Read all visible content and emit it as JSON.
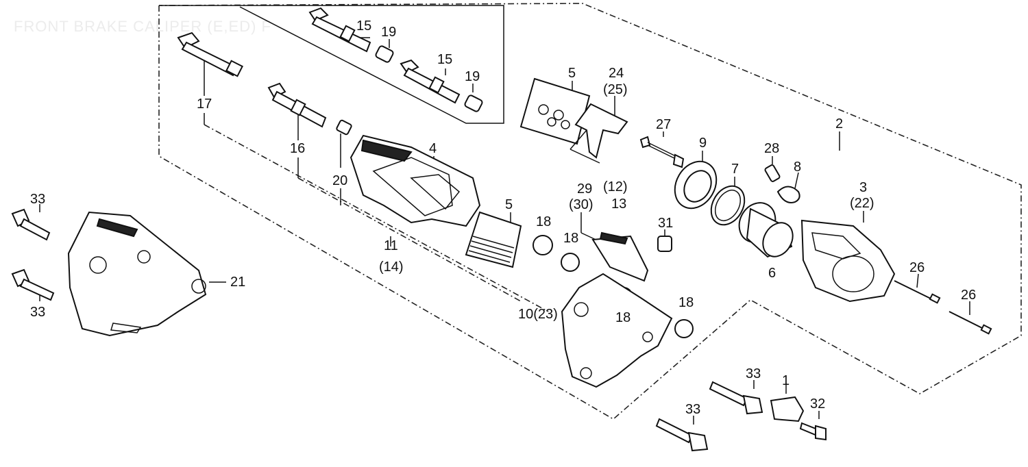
{
  "title": "FRONT BRAKE CALIPER (E,ED) F",
  "labels": {
    "l1": "1",
    "l2": "2",
    "l3": "3",
    "l3b": "(22)",
    "l4": "4",
    "l5a": "5",
    "l5b": "5",
    "l6": "6",
    "l7": "7",
    "l8": "8",
    "l9": "9",
    "l10": "10(23)",
    "l11": "11",
    "l11b": "(14)",
    "l12": "(12)",
    "l13": "13",
    "l15a": "15",
    "l15b": "15",
    "l16": "16",
    "l17": "17",
    "l18a": "18",
    "l18b": "18",
    "l18c": "18",
    "l18d": "18",
    "l19a": "19",
    "l19b": "19",
    "l20": "20",
    "l21": "21",
    "l24": "24",
    "l25": "(25)",
    "l26a": "26",
    "l26b": "26",
    "l27": "27",
    "l28": "28",
    "l29": "29",
    "l30": "(30)",
    "l31": "31",
    "l32": "32",
    "l33a": "33",
    "l33b": "33",
    "l33c": "33",
    "l33d": "33"
  }
}
